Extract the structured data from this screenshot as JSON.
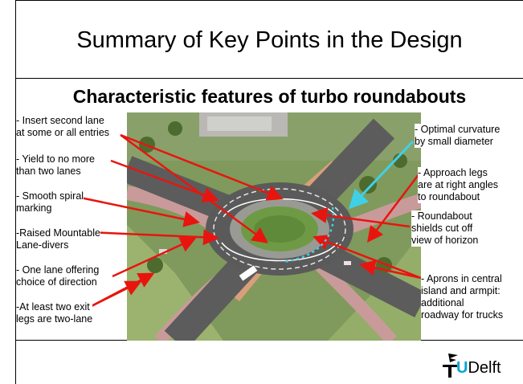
{
  "slide": {
    "title": "Summary of Key Points in the Design",
    "subtitle": "Characteristic features of turbo roundabouts"
  },
  "labels_left": [
    {
      "l1": "- Insert second lane",
      "l2": "at some or all entries"
    },
    {
      "l1": "- Yield to no more",
      "l2": "than two lanes"
    },
    {
      "l1": "- Smooth spiral",
      "l2": "marking"
    },
    {
      "l1": "-Raised Mountable",
      "l2": "Lane-divers"
    },
    {
      "l1": "- One lane offering",
      "l2": "choice of direction"
    },
    {
      "l1": "-At least two exit",
      "l2": "legs are two-lane"
    }
  ],
  "labels_right": {
    "curvature": {
      "l1": "- Optimal curvature",
      "l2": "by small diameter"
    },
    "approach": {
      "l1": "- Approach legs",
      "l2": "are at right angles",
      "l3": "to roundabout"
    },
    "shields": {
      "l1": "- Roundabout",
      "l2": "shields cut off",
      "l3": "view of horizon"
    },
    "aprons": {
      "l1": "- Aprons in central",
      "l2": "island and armpit:",
      "l3": "additional",
      "l4": "roadway for trucks"
    }
  },
  "logo": {
    "text_u": "U",
    "text_delft": "Delft",
    "letter_t": "T"
  },
  "colors": {
    "arrow": "#e8150f",
    "highlight_arrow": "#3fd0e8",
    "logo_u": "#00a6d6"
  }
}
